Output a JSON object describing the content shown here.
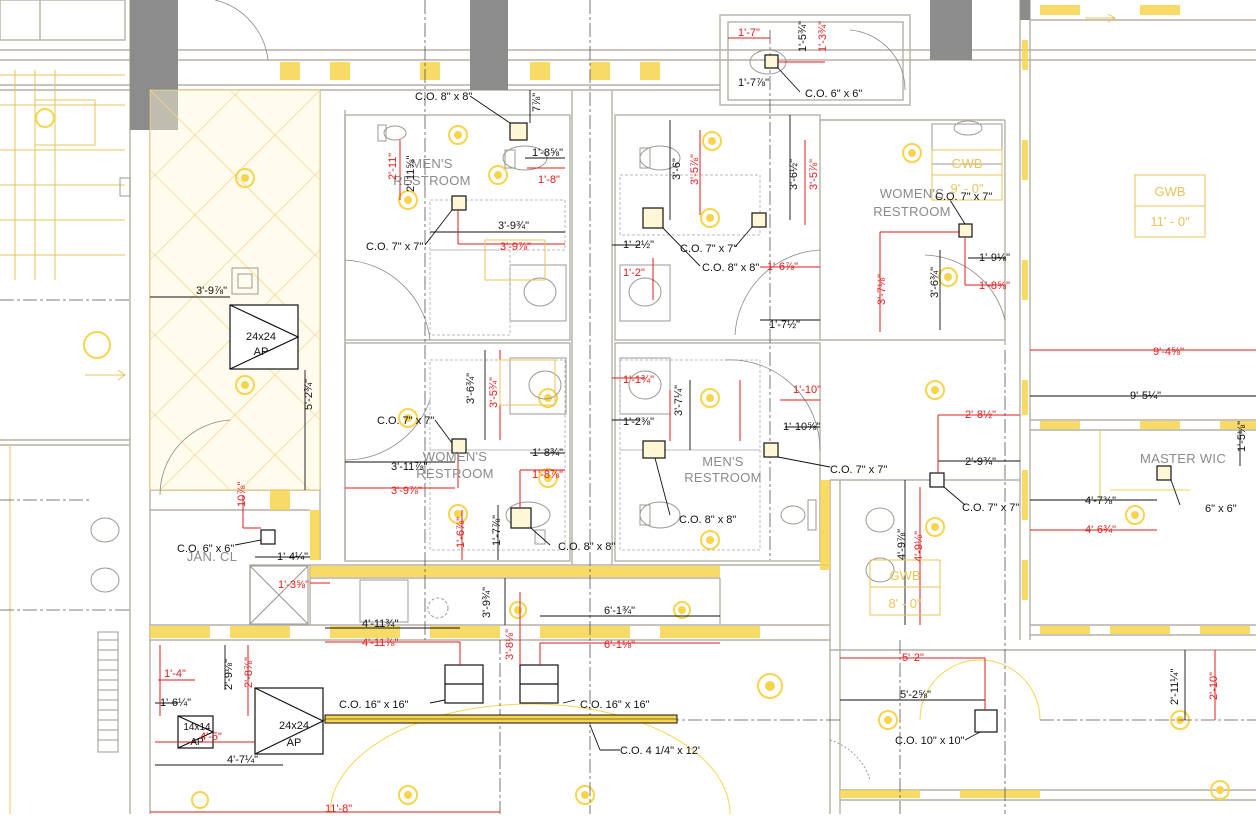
{
  "colors": {
    "wall": "#b5b0a5",
    "dark_block": "#8c8c8c",
    "yellow": "#f7d44c",
    "yellow_line": "#e8c45a",
    "red_dim": "#e31b1b",
    "black_dim": "#111111",
    "room_label": "#8a8a8a"
  },
  "rooms": [
    {
      "id": "mens-restroom-1",
      "line1": "MEN'S",
      "line2": "RESTROOM"
    },
    {
      "id": "womens-restroom-1",
      "line1": "WOMEN'S",
      "line2": "RESTROOM"
    },
    {
      "id": "womens-restroom-2",
      "line1": "WOMEN'S",
      "line2": "RESTROOM"
    },
    {
      "id": "mens-restroom-2",
      "line1": "MEN'S",
      "line2": "RESTROOM"
    },
    {
      "id": "jan-cl",
      "line1": "JAN. CL"
    },
    {
      "id": "master-wic",
      "line1": "MASTER WIC"
    }
  ],
  "ceiling_tags": [
    {
      "id": "gwb-11",
      "line1": "GWB",
      "line2": "11' - 0\""
    },
    {
      "id": "gwb-9",
      "line1": "GWB",
      "line2": "9' - 0\""
    },
    {
      "id": "gwb-8",
      "line1": "GWB",
      "line2": "8' - 0\""
    }
  ],
  "access_panels": [
    {
      "id": "ap-24-top",
      "line1": "24x24",
      "line2": "AP"
    },
    {
      "id": "ap-24-bottom",
      "line1": "24x24",
      "line2": "AP"
    },
    {
      "id": "ap-14",
      "line1": "14x14",
      "line2": "AP"
    }
  ],
  "cutouts": [
    {
      "id": "co-8-mens-top",
      "label": "C.O. 8\" x 8\""
    },
    {
      "id": "co-7-mens-top",
      "label": "C.O. 7\" x 7\""
    },
    {
      "id": "co-6-top",
      "label": "C.O. 6\" x 6\""
    },
    {
      "id": "co-7-center-top",
      "label": "C.O. 7\" x 7\""
    },
    {
      "id": "co-8-center-top",
      "label": "C.O. 8\" x 8\""
    },
    {
      "id": "co-7-womens-right",
      "label": "C.O. 7\" x 7\""
    },
    {
      "id": "co-7-womens-left",
      "label": "C.O. 7\" x 7\""
    },
    {
      "id": "co-8-womens-bottom",
      "label": "C.O. 8\" x 8\""
    },
    {
      "id": "co-8-mens-bottom",
      "label": "C.O. 8\" x 8\""
    },
    {
      "id": "co-7-mens-bottom",
      "label": "C.O. 7\" x 7\""
    },
    {
      "id": "co-7-corridor",
      "label": "C.O. 7\" x 7\""
    },
    {
      "id": "co-6-wic",
      "label": "6\" x 6\""
    },
    {
      "id": "co-6-jan",
      "label": "C.O. 6\" x 6\""
    },
    {
      "id": "co-16-left",
      "label": "C.O. 16\" x 16\""
    },
    {
      "id": "co-16-right",
      "label": "C.O. 16\" x 16\""
    },
    {
      "id": "co-linear",
      "label": "C.O. 4 1/4\" x 12'"
    },
    {
      "id": "co-10",
      "label": "C.O. 10\" x 10\""
    }
  ],
  "dimensions_black": [
    "3'-9⅞\"",
    "5'-2¾\"",
    "2'-11⅝\"",
    "1'-8⅝\"",
    "3'-9¾\"",
    "7⅞\"",
    "1'-5¾\"",
    "1'-7⅞\"",
    "3'-6\"",
    "3'-6½\"",
    "1'-2½\"",
    "1'-7½\"",
    "1'-9⅛\"",
    "3'-6¾\"",
    "3'-6¾\"",
    "3'-11⅞\"",
    "1'-8¾\"",
    "1'-7⅞\"",
    "3'-7¼\"",
    "1'-2⅜\"",
    "1'-10⅝\"",
    "9'-5¼\"",
    "2'-9¾\"",
    "4'-7⅜\"",
    "1'-5⅛\"",
    "4'-9⅞\"",
    "1'-4¼\"",
    "4'-11¾\"",
    "3'-9¾\"",
    "6'-1¾\"",
    "2'-9⅛\"",
    "1'-6¼\"",
    "4'-7¼\"",
    "5'-2⅝\"",
    "2'-11¼\""
  ],
  "dimensions_red": [
    "2'-11\"",
    "1'-8\"",
    "3'-9⅞\"",
    "1'-7\"",
    "1'-3¾\"",
    "3'-5⅞\"",
    "1'-6⅞\"",
    "1'-2\"",
    "3'-5⅞\"",
    "1'-8⅝\"",
    "1'-1¾\"",
    "3'-7⅛\"",
    "1'-10\"",
    "3'-5¾\"",
    "1'-8⅞\"",
    "3'-9⅞\"",
    "1'-6⅞\"",
    "10⅞\"",
    "1'-3⅝\"",
    "9'-4⅝\"",
    "2'-8½\"",
    "4'-6¾\"",
    "4'-9⅛\"",
    "4'-11⅞\"",
    "3'-8⅛\"",
    "6'-1⅛\"",
    "1'-4\"",
    "2'-8⅞\"",
    "4'-5\"",
    "5'-2\"",
    "2'-10\"",
    "11'-8\""
  ]
}
